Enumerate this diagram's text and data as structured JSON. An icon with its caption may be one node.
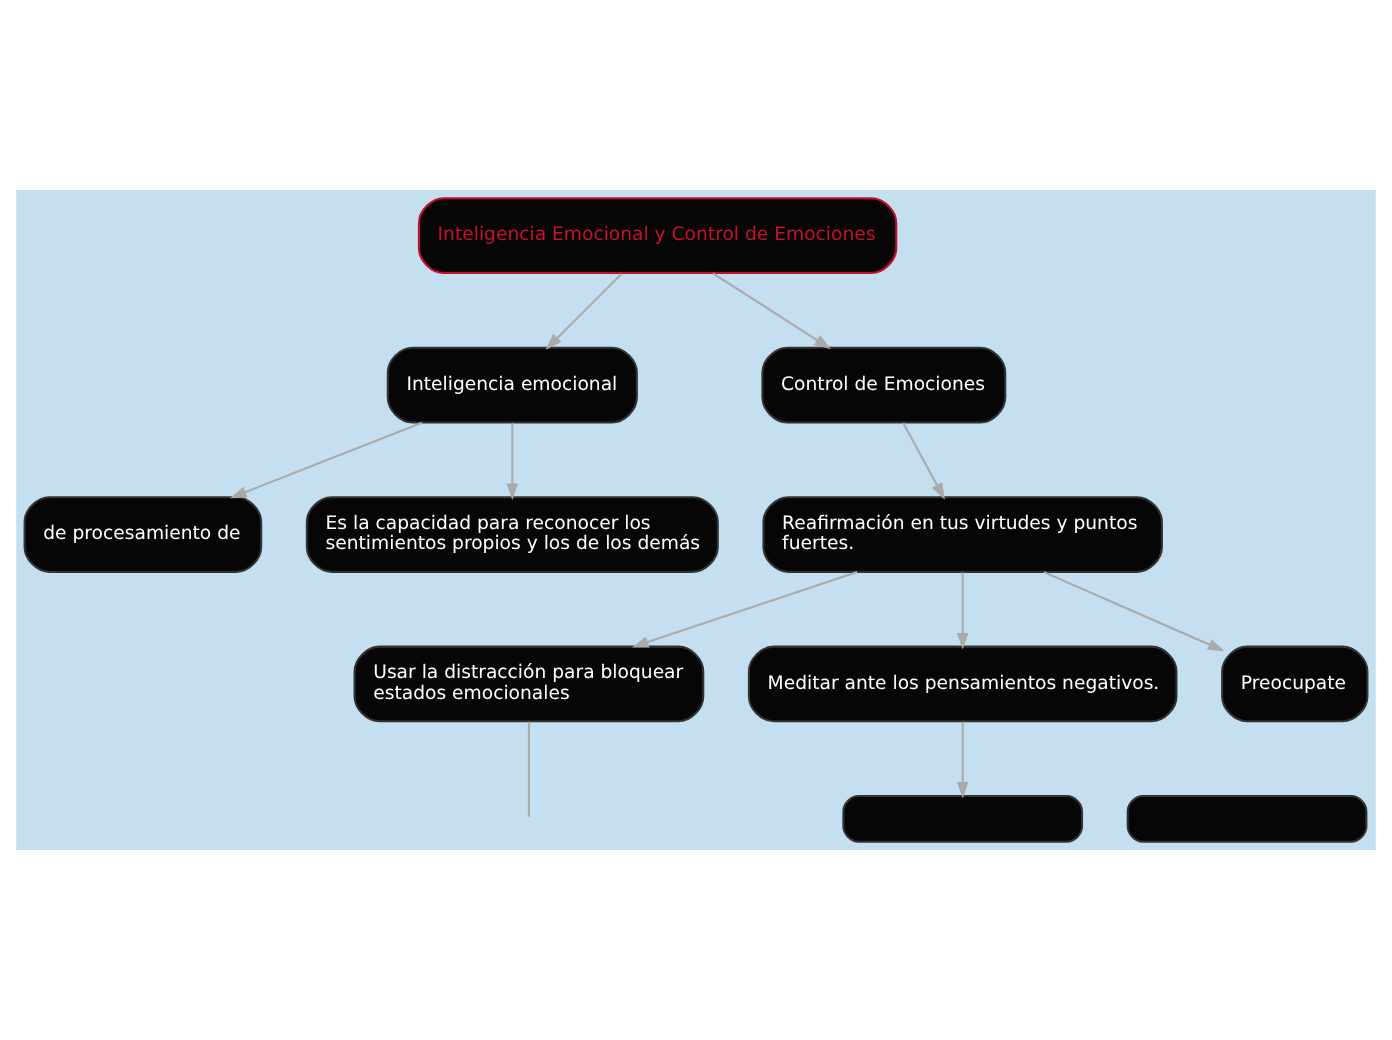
{
  "diagram": {
    "nodes": [
      {
        "text": [
          "Inteligencia Emocional y Control de Emociones"
        ]
      },
      {
        "text": [
          "Inteligencia emocional"
        ]
      },
      {
        "text": [
          "de procesamiento de"
        ]
      },
      {
        "text": [
          "Es la capacidad para reconocer los sentimientos propios y los de los demás"
        ]
      },
      {
        "text": [
          "Control de Emociones"
        ]
      },
      {
        "text": [
          "Reafirmación en tus virtudes y puntos fuertes."
        ]
      },
      {
        "text": [
          "Usar la distracción para bloquear estados emocionales"
        ]
      },
      {
        "text": [
          "Meditar ante los pensamientos negativos."
        ]
      },
      {
        "text": [
          "Preocupate"
        ]
      },
      {
        "text": [],
        "shape": "box"
      },
      {
        "text": [],
        "shape": "box"
      }
    ],
    "edges": [
      {
        "from": 0,
        "to": 1,
        "arrow": "to"
      },
      {
        "from": 0,
        "to": 4,
        "arrow": "to"
      },
      {
        "from": 1,
        "to": 2,
        "arrow": "to"
      },
      {
        "from": 1,
        "to": 3,
        "arrow": "to"
      },
      {
        "from": 4,
        "to": 5,
        "arrow": "to"
      },
      {
        "from": 5,
        "to": 6,
        "arrow": "to"
      },
      {
        "from": 5,
        "to": 7,
        "arrow": "to"
      },
      {
        "from": 5,
        "to": 8,
        "arrow": "to"
      },
      {
        "from": 7,
        "to": 9,
        "arrow": "to"
      },
      {
        "from": 6,
        "to": null,
        "arrow": "none"
      }
    ]
  }
}
